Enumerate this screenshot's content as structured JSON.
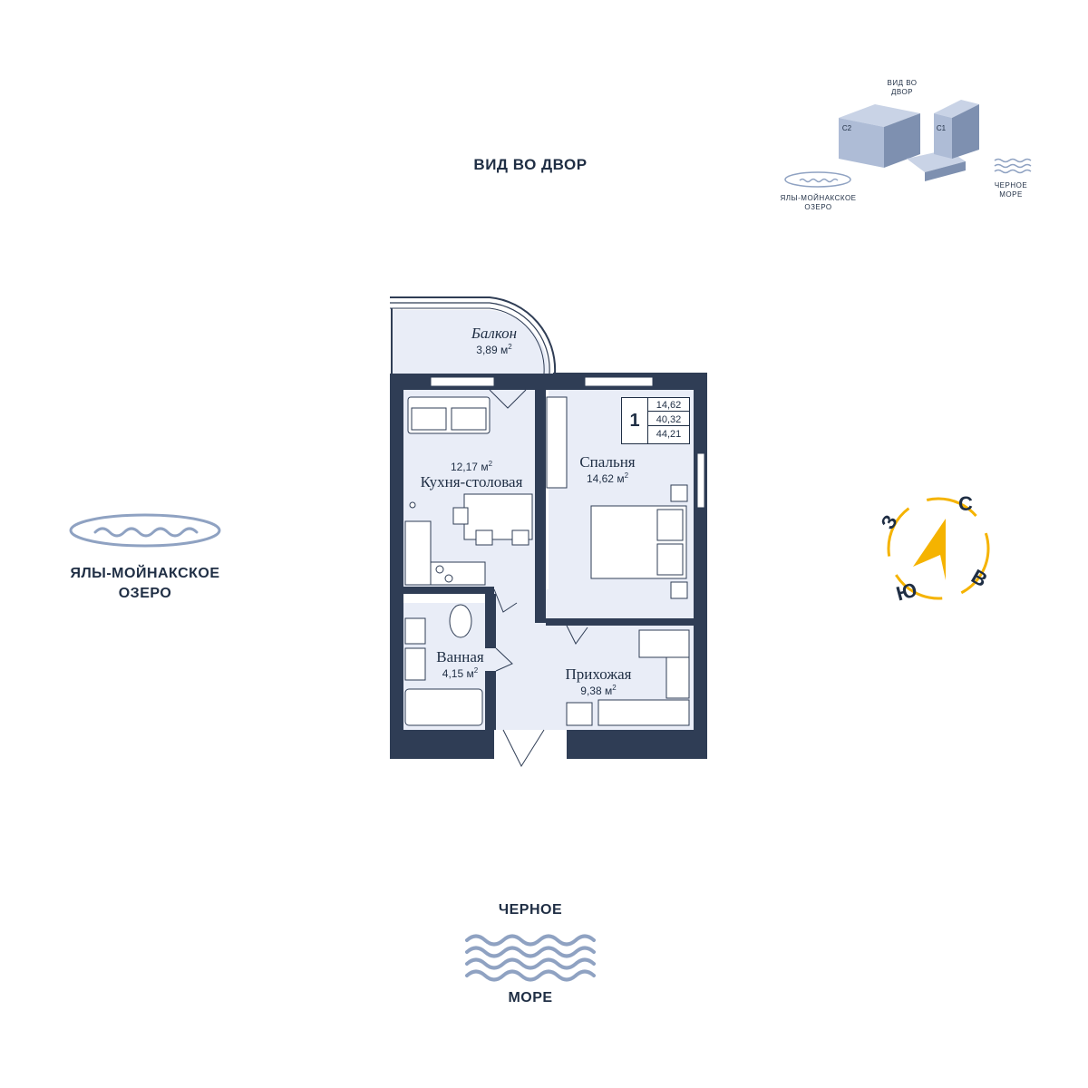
{
  "views": {
    "courtyard": "ВИД ВО ДВОР",
    "lake_line1": "ЯЛЫ-МОЙНАКСКОЕ",
    "lake_line2": "ОЗЕРО",
    "sea_top": "ЧЕРНОЕ",
    "sea_bottom": "МОРЕ"
  },
  "site_plan": {
    "courtyard_line1": "ВИД ВО",
    "courtyard_line2": "ДВОР",
    "building_c2": "С2",
    "building_c1": "С1",
    "lake_line1": "ЯЛЫ-МОЙНАКСКОЕ",
    "lake_line2": "ОЗЕРО",
    "sea_line1": "ЧЕРНОЕ",
    "sea_line2": "МОРЕ"
  },
  "rooms": {
    "balcony": {
      "name": "Балкон",
      "area": "3,89 м"
    },
    "kitchen": {
      "name": "Кухня-столовая",
      "area": "12,17 м"
    },
    "bedroom": {
      "name": "Спальня",
      "area": "14,62 м"
    },
    "bathroom": {
      "name": "Ванная",
      "area": "4,15 м"
    },
    "hallway": {
      "name": "Прихожая",
      "area": "9,38 м"
    }
  },
  "area_unit_sup": "2",
  "summary": {
    "rooms_count": "1",
    "living_area": "14,62",
    "total_area": "40,32",
    "total_with_balcony": "44,21"
  },
  "compass": {
    "north": "С",
    "west": "З",
    "south": "Ю",
    "east": "В"
  },
  "colors": {
    "wall": "#2f3d55",
    "floor": "#e9edf7",
    "accent": "#f5b300",
    "water": "#8fa2c2"
  }
}
